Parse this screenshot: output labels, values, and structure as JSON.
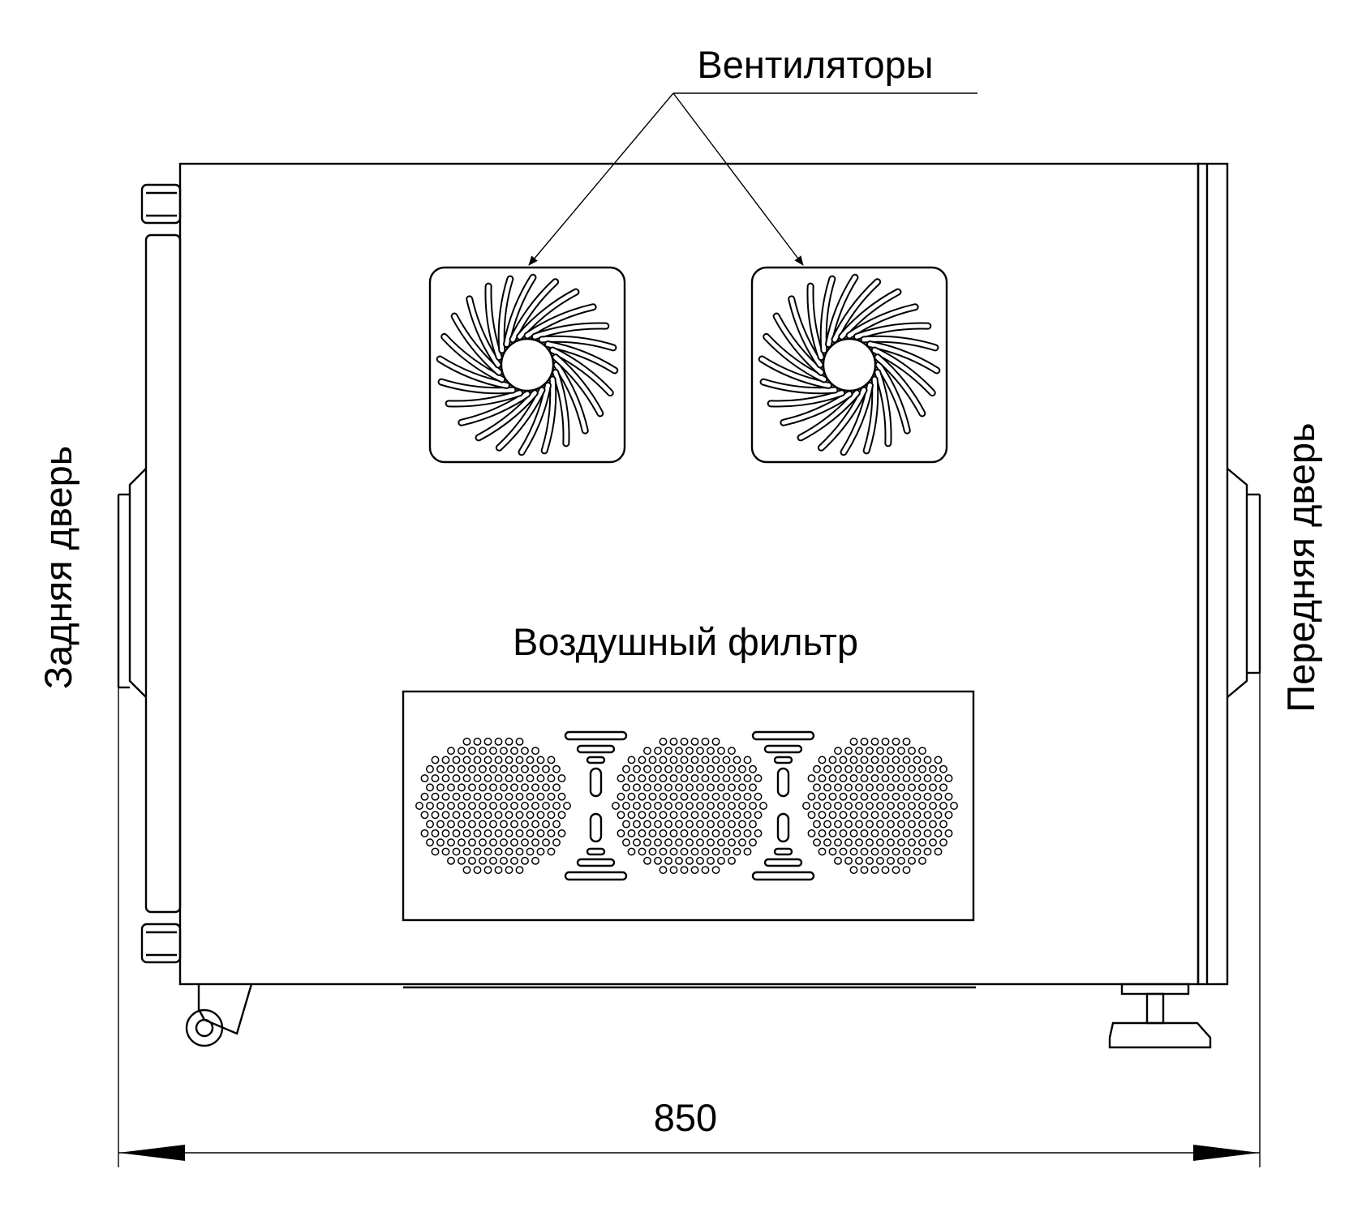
{
  "labels": {
    "fans": "Вентиляторы",
    "air_filter": "Воздушный фильтр",
    "rear_door": "Задняя дверь",
    "front_door": "Передняя дверь"
  },
  "dimensions": {
    "width": "850"
  },
  "colors": {
    "line": "#000000",
    "background": "#ffffff"
  }
}
